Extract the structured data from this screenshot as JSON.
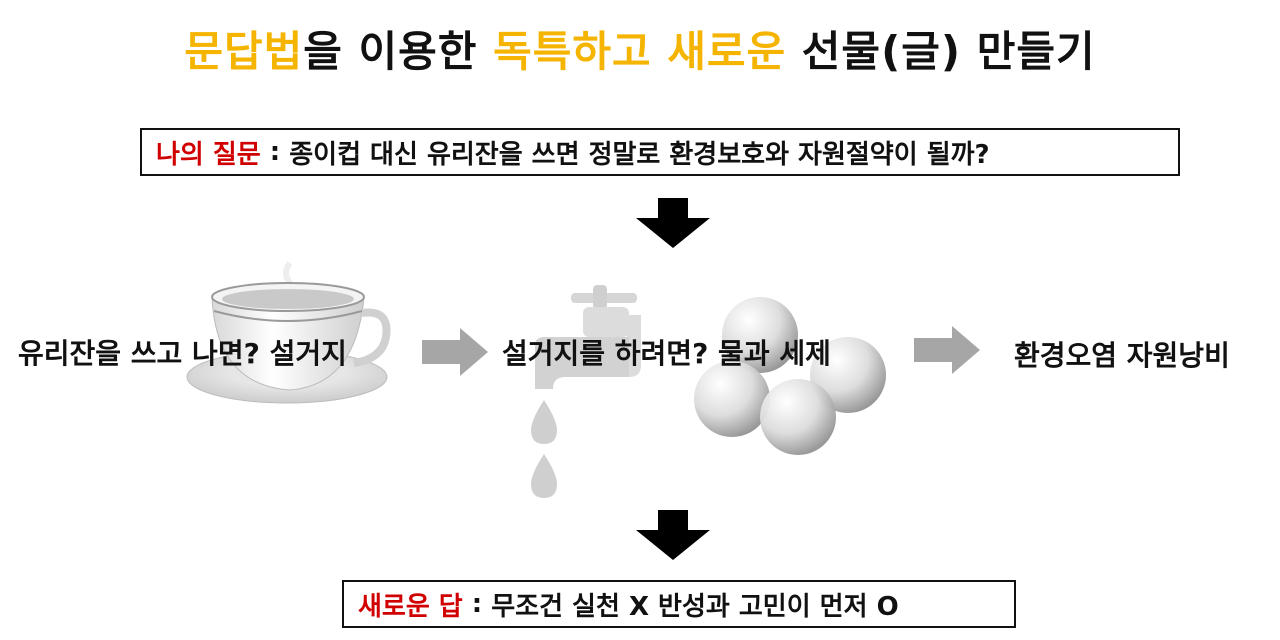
{
  "title": {
    "part1": "문답법",
    "part2": "을 이용한 ",
    "part3": "독특하고 새로운",
    "part4": " 선물(글) 만들기",
    "highlight_color": "#f5b400"
  },
  "question": {
    "label": "나의 질문",
    "separator": " : ",
    "text": "종이컵 대신 유리잔을 쓰면 정말로 환경보호와 자원절약이 될까?"
  },
  "flow": {
    "step1": "유리잔을 쓰고 나면? 설거지",
    "step2": "설거지를 하려면? 물과 세제",
    "step3": "환경오염 자원낭비"
  },
  "answer": {
    "label": "새로운 답",
    "separator": " : ",
    "text": "무조건 실천 X 반성과 고민이 먼저 O"
  },
  "colors": {
    "label_red": "#d10000",
    "arrow_gray": "#a6a6a6",
    "arrow_black": "#000000"
  },
  "icons": [
    "teacup-icon",
    "faucet-icon",
    "water-drop-icon",
    "bubbles-icon"
  ]
}
